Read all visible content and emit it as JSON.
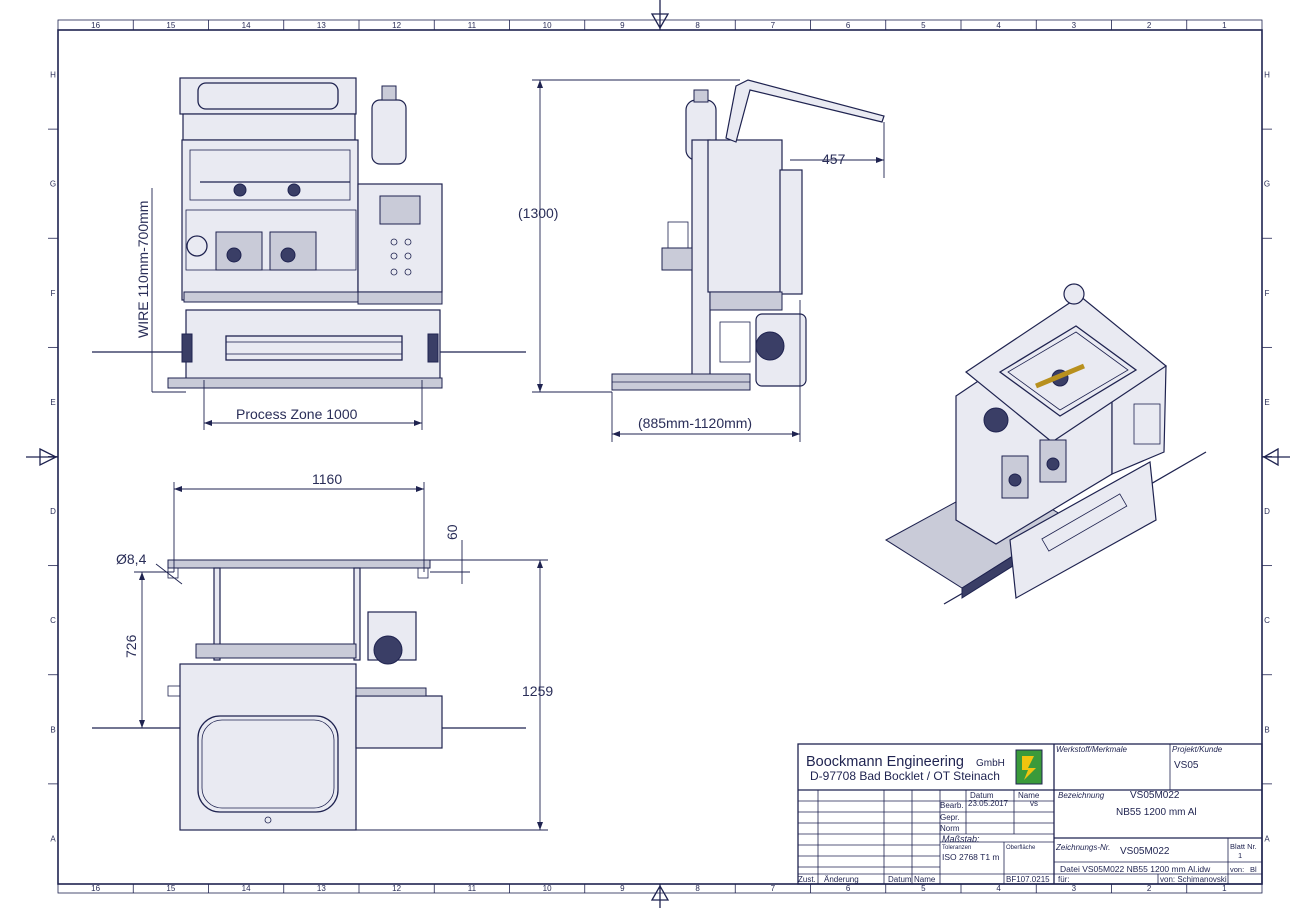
{
  "ruler": {
    "columns": [
      "16",
      "15",
      "14",
      "13",
      "12",
      "11",
      "10",
      "9",
      "8",
      "7",
      "6",
      "5",
      "4",
      "3",
      "2",
      "1"
    ],
    "rows": [
      "H",
      "G",
      "F",
      "E",
      "D",
      "C",
      "B",
      "A"
    ]
  },
  "dimensions": {
    "wire": "WIRE 110mm-700mm",
    "process_zone": "Process Zone 1000",
    "height": "(1300)",
    "arm": "457",
    "depth": "(885mm-1120mm)",
    "width_top": "1160",
    "offset": "60",
    "hole": "Ø8,4",
    "frame_depth": "726",
    "total_depth": "1259"
  },
  "title_block": {
    "company": "Boockmann Engineering",
    "company_suffix": "GmbH",
    "address": "D-97708 Bad Bocklet / OT Steinach",
    "material_label": "Werkstoff/Merkmale",
    "project_label": "Projekt/Kunde",
    "project_value": "VS05",
    "col_datum": "Datum",
    "col_name": "Name",
    "row_bearb": "Bearb.",
    "row_gepr": "Gepr.",
    "row_norm": "Norm",
    "bearb_date": "23.05.2017",
    "bearb_name": "vs",
    "massstab": "Maßstab:",
    "toleranzen": "Toleranzen",
    "toleranz_value": "ISO 2768 T1 m",
    "oberflaeche": "Oberfläche",
    "bezeichnung_label": "Bezeichnung",
    "bezeichnung_value": "VS05M022",
    "bezeichnung_desc": "NB55 1200 mm Al",
    "zeichnungsnr_label": "Zeichnungs-Nr.",
    "zeichnungsnr_value": "VS05M022",
    "blatt_label": "Blatt Nr.",
    "blatt_value": "1",
    "datei": "Datei VS05M022 NB55 1200 mm Al.idw",
    "von": "von:",
    "bl": "Bl",
    "zust": "Zust.",
    "aenderung": "Änderung",
    "datum2": "Datum",
    "name2": "Name",
    "bf": "BF107.0215",
    "fuer": "für:",
    "von_name": "von: Schimanovski"
  }
}
